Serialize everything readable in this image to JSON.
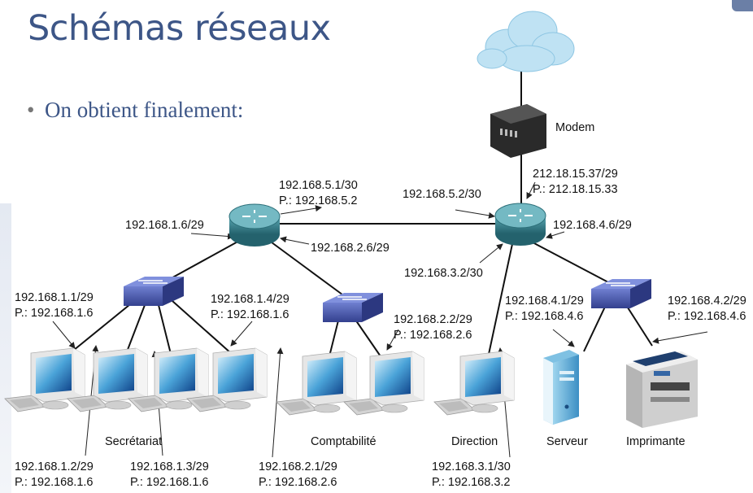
{
  "slide": {
    "title": "Schémas réseaux",
    "bullet": "On obtient finalement:"
  },
  "devices": {
    "modem": "Modem",
    "group_secretariat": "Secrétariat",
    "group_comptabilite": "Comptabilité",
    "group_direction": "Direction",
    "server": "Serveur",
    "printer": "Imprimante"
  },
  "addresses": {
    "modem_wan_ip": "212.18.15.37/29",
    "modem_wan_gw": "P.: 212.18.15.33",
    "r1_link_ip": "192.168.5.1/30",
    "r1_link_gw": "P.: 192.168.5.2",
    "r2_link_ip": "192.168.5.2/30",
    "r1_lan1": "192.168.1.6/29",
    "r1_lan2": "192.168.2.6/29",
    "r2_lan4": "192.168.4.6/29",
    "r2_lan3": "192.168.3.2/30",
    "pc1_ip": "192.168.1.1/29",
    "pc1_gw": "P.: 192.168.1.6",
    "pc4_ip": "192.168.1.4/29",
    "pc4_gw": "P.: 192.168.1.6",
    "pc2_ip": "192.168.1.2/29",
    "pc2_gw": "P.: 192.168.1.6",
    "pc3_ip": "192.168.1.3/29",
    "pc3_gw": "P.: 192.168.1.6",
    "compta1_ip": "192.168.2.1/29",
    "compta1_gw": "P.: 192.168.2.6",
    "compta2_ip": "192.168.2.2/29",
    "compta2_gw": "P.: 192.168.2.6",
    "dir_ip": "192.168.3.1/30",
    "dir_gw": "P.: 192.168.3.2",
    "server_ip": "192.168.4.1/29",
    "server_gw": "P.: 192.168.4.6",
    "printer_ip": "192.168.4.2/29",
    "printer_gw": "P.: 192.168.4.6"
  },
  "colors": {
    "title": "#3d5687",
    "router": "#3f8a96",
    "switch": "#4c5db5",
    "cloud": "#bfe2f3"
  }
}
